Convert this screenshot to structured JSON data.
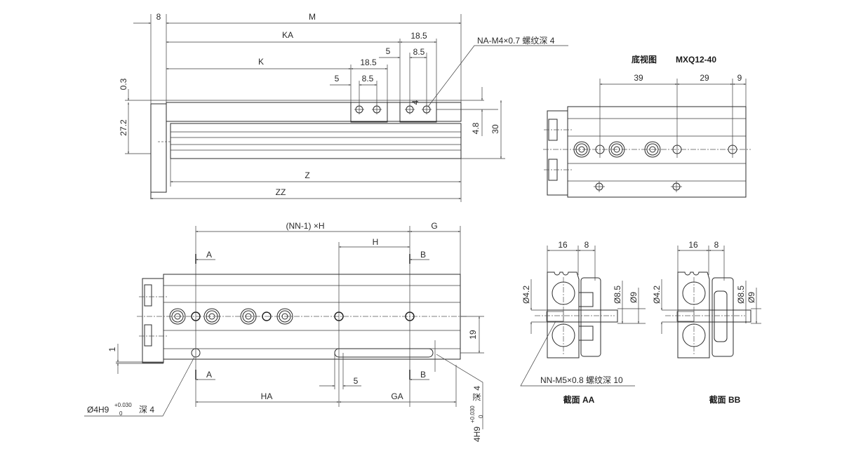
{
  "drawing": {
    "model": "MXQ12-40",
    "bottom_view_title": "底视图",
    "top_view": {
      "dims": {
        "flange_width": "8",
        "M": "M",
        "KA": "KA",
        "K": "K",
        "pitch_a": "18.5",
        "pitch_b": "18.5",
        "offset_a": "5",
        "offset_b": "5",
        "hole_spacing_a": "8.5",
        "hole_spacing_b": "8.5",
        "gap_top": "0.3",
        "height_left": "27.2",
        "depth_4": "4",
        "center_48": "4.8",
        "height_30": "30",
        "Z": "Z",
        "ZZ": "ZZ"
      },
      "callout_thread": "NA-M4×0.7 螺纹深 4"
    },
    "bottom_view": {
      "dims": [
        "39",
        "29",
        "9"
      ]
    },
    "side_view": {
      "dims": {
        "nn_h": "(NN-1) ×H",
        "G": "G",
        "H": "H",
        "section_a": "A",
        "section_b": "B",
        "h19": "19",
        "one": "1",
        "five": "5",
        "HA": "HA",
        "GA": "GA"
      },
      "callout_pin_left_main": "Ø4H9",
      "callout_pin_left_tol_upper": "+0.030",
      "callout_pin_left_tol_lower": "0",
      "callout_pin_left_depth": "深 4",
      "callout_slot_main": "4H9",
      "callout_slot_tol_upper": "+0.030",
      "callout_slot_tol_lower": "0",
      "callout_slot_depth": "深 4"
    },
    "section_aa": {
      "title": "截面 AA",
      "dims": {
        "w16": "16",
        "w8": "8",
        "d42": "Ø4.2",
        "d85": "Ø8.5",
        "d9": "Ø9"
      },
      "callout_thread": "NN-M5×0.8 螺纹深 10"
    },
    "section_bb": {
      "title": "截面 BB",
      "dims": {
        "w16": "16",
        "w8": "8",
        "d42": "Ø4.2",
        "d85": "Ø8.5",
        "d9": "Ø9"
      }
    }
  }
}
